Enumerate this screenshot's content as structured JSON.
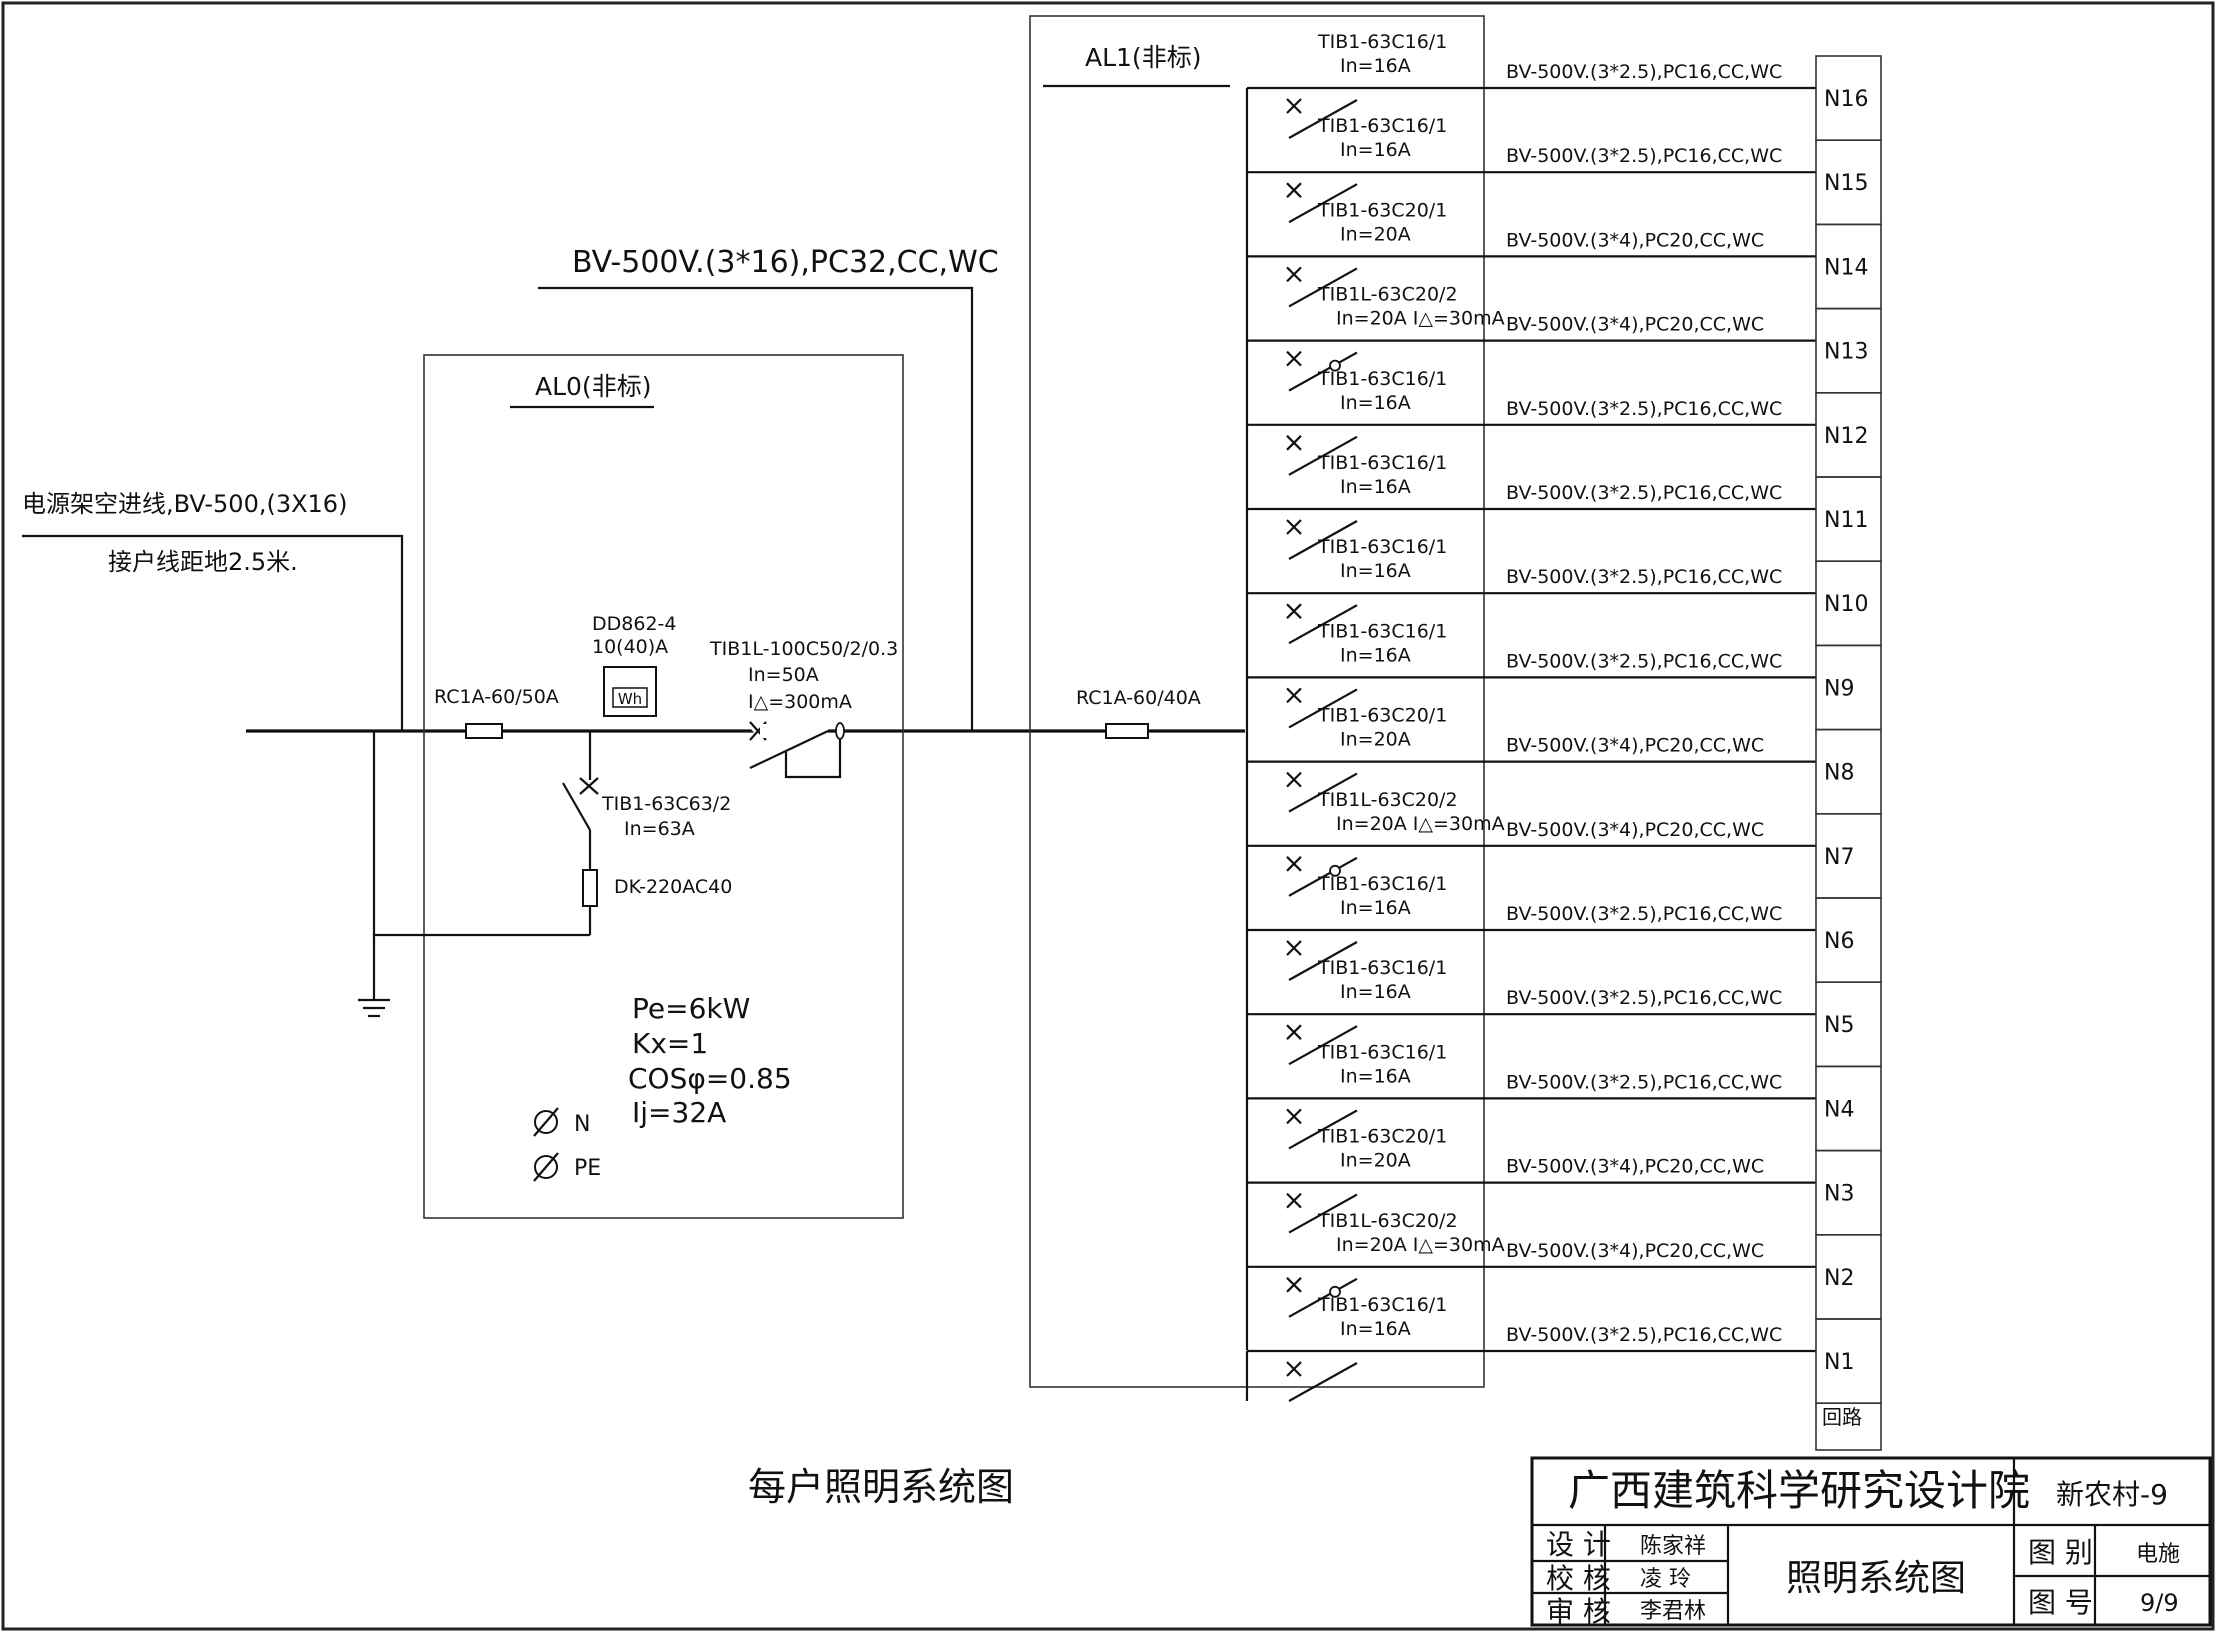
{
  "incoming": {
    "cable_label": "BV-500V.(3*16),PC32,CC,WC",
    "source_line1": "电源架空进线,BV-500,(3X16)",
    "source_line2": "接户线距地2.5米."
  },
  "al0": {
    "title": "AL0(非标)",
    "main_fuse": "RC1A-60/50A",
    "meter_model": "DD862-4",
    "meter_rating": "10(40)A",
    "meter_symbol": "Wh",
    "main_breaker_model": "TIB1L-100C50/2/0.3",
    "main_breaker_in": "In=50A",
    "main_breaker_leak": "I△=300mA",
    "branch_breaker_model": "TIB1-63C63/2",
    "branch_breaker_in": "In=63A",
    "surge_protector": "DK-220AC40",
    "calc": [
      "Pe=6kW",
      "Kx=1",
      "COSφ=0.85",
      "Ij=32A"
    ],
    "terminal_n": "N",
    "terminal_pe": "PE"
  },
  "al1": {
    "title": "AL1(非标)",
    "main_fuse": "RC1A-60/40A"
  },
  "circuits": [
    {
      "id": "N16",
      "model": "TIB1-63C16/1",
      "rating": "In=16A",
      "cable": "BV-500V.(3*2.5),PC16,CC,WC",
      "rcd": false
    },
    {
      "id": "N15",
      "model": "TIB1-63C16/1",
      "rating": "In=16A",
      "cable": "BV-500V.(3*2.5),PC16,CC,WC",
      "rcd": false
    },
    {
      "id": "N14",
      "model": "TIB1-63C20/1",
      "rating": "In=20A",
      "cable": "BV-500V.(3*4),PC20,CC,WC",
      "rcd": false
    },
    {
      "id": "N13",
      "model": "TIB1L-63C20/2",
      "rating": "In=20A I△=30mA",
      "cable": "BV-500V.(3*4),PC20,CC,WC",
      "rcd": true
    },
    {
      "id": "N12",
      "model": "TIB1-63C16/1",
      "rating": "In=16A",
      "cable": "BV-500V.(3*2.5),PC16,CC,WC",
      "rcd": false
    },
    {
      "id": "N11",
      "model": "TIB1-63C16/1",
      "rating": "In=16A",
      "cable": "BV-500V.(3*2.5),PC16,CC,WC",
      "rcd": false
    },
    {
      "id": "N10",
      "model": "TIB1-63C16/1",
      "rating": "In=16A",
      "cable": "BV-500V.(3*2.5),PC16,CC,WC",
      "rcd": false
    },
    {
      "id": "N9",
      "model": "TIB1-63C16/1",
      "rating": "In=16A",
      "cable": "BV-500V.(3*2.5),PC16,CC,WC",
      "rcd": false
    },
    {
      "id": "N8",
      "model": "TIB1-63C20/1",
      "rating": "In=20A",
      "cable": "BV-500V.(3*4),PC20,CC,WC",
      "rcd": false
    },
    {
      "id": "N7",
      "model": "TIB1L-63C20/2",
      "rating": "In=20A I△=30mA",
      "cable": "BV-500V.(3*4),PC20,CC,WC",
      "rcd": true
    },
    {
      "id": "N6",
      "model": "TIB1-63C16/1",
      "rating": "In=16A",
      "cable": "BV-500V.(3*2.5),PC16,CC,WC",
      "rcd": false
    },
    {
      "id": "N5",
      "model": "TIB1-63C16/1",
      "rating": "In=16A",
      "cable": "BV-500V.(3*2.5),PC16,CC,WC",
      "rcd": false
    },
    {
      "id": "N4",
      "model": "TIB1-63C16/1",
      "rating": "In=16A",
      "cable": "BV-500V.(3*2.5),PC16,CC,WC",
      "rcd": false
    },
    {
      "id": "N3",
      "model": "TIB1-63C20/1",
      "rating": "In=20A",
      "cable": "BV-500V.(3*4),PC20,CC,WC",
      "rcd": false
    },
    {
      "id": "N2",
      "model": "TIB1L-63C20/2",
      "rating": "In=20A I△=30mA",
      "cable": "BV-500V.(3*4),PC20,CC,WC",
      "rcd": true
    },
    {
      "id": "N1",
      "model": "TIB1-63C16/1",
      "rating": "In=16A",
      "cable": "BV-500V.(3*2.5),PC16,CC,WC",
      "rcd": false
    }
  ],
  "circuit_column_header": "回路",
  "diagram_title": "每户照明系统图",
  "title_block": {
    "institute": "广西建筑科学研究设计院",
    "project": "新农村-9",
    "drawing_name": "照明系统图",
    "design_label": "设 计",
    "design_name": "陈家祥",
    "check_label": "校 核",
    "check_name": "凌 玲",
    "review_label": "审 核",
    "review_name": "李君林",
    "category_label": "图 别",
    "category_value": "电施",
    "number_label": "图 号",
    "number_value": "9/9"
  }
}
